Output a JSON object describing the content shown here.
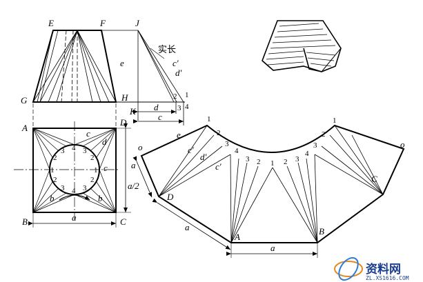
{
  "front_view": {
    "top_labels": [
      "E",
      "F",
      "J"
    ],
    "bottom_labels": [
      "G",
      "H",
      "K"
    ],
    "e": "e",
    "true_length": "实长",
    "c_prime": "c′",
    "d_prime": "d′",
    "index_2": "2",
    "index_1": "1",
    "index_3": "3",
    "index_4": "4",
    "dim_d": "d",
    "dim_c": "c"
  },
  "top_view": {
    "corners": [
      "A",
      "D",
      "B",
      "C"
    ],
    "arc_numbers": [
      "1",
      "2",
      "3",
      "4",
      "3",
      "2",
      "1",
      "2",
      "3",
      "4",
      "3",
      "2"
    ],
    "edge_c": "c",
    "edge_d": "d",
    "edge_b": "b",
    "dim_a": "a",
    "dim_side_a": "a",
    "dim_half_a": "a/2"
  },
  "development": {
    "o_left": "o",
    "o_right": "o",
    "e": "e",
    "c_prime": "c′",
    "d_prime": "d′",
    "c_prime_2": "c′",
    "left_seq": [
      "1",
      "2",
      "3",
      "4",
      "3",
      "2",
      "1",
      "2",
      "3",
      "4",
      "3",
      "2",
      "1"
    ],
    "right_seq": [
      "1",
      "2"
    ],
    "D": "D",
    "A": "A",
    "B": "B",
    "C": "C",
    "dim_a_left": "a",
    "dim_a_bottom": "a"
  },
  "watermark": {
    "brand": "资料网",
    "url": "ZL.XS1616.COM"
  }
}
